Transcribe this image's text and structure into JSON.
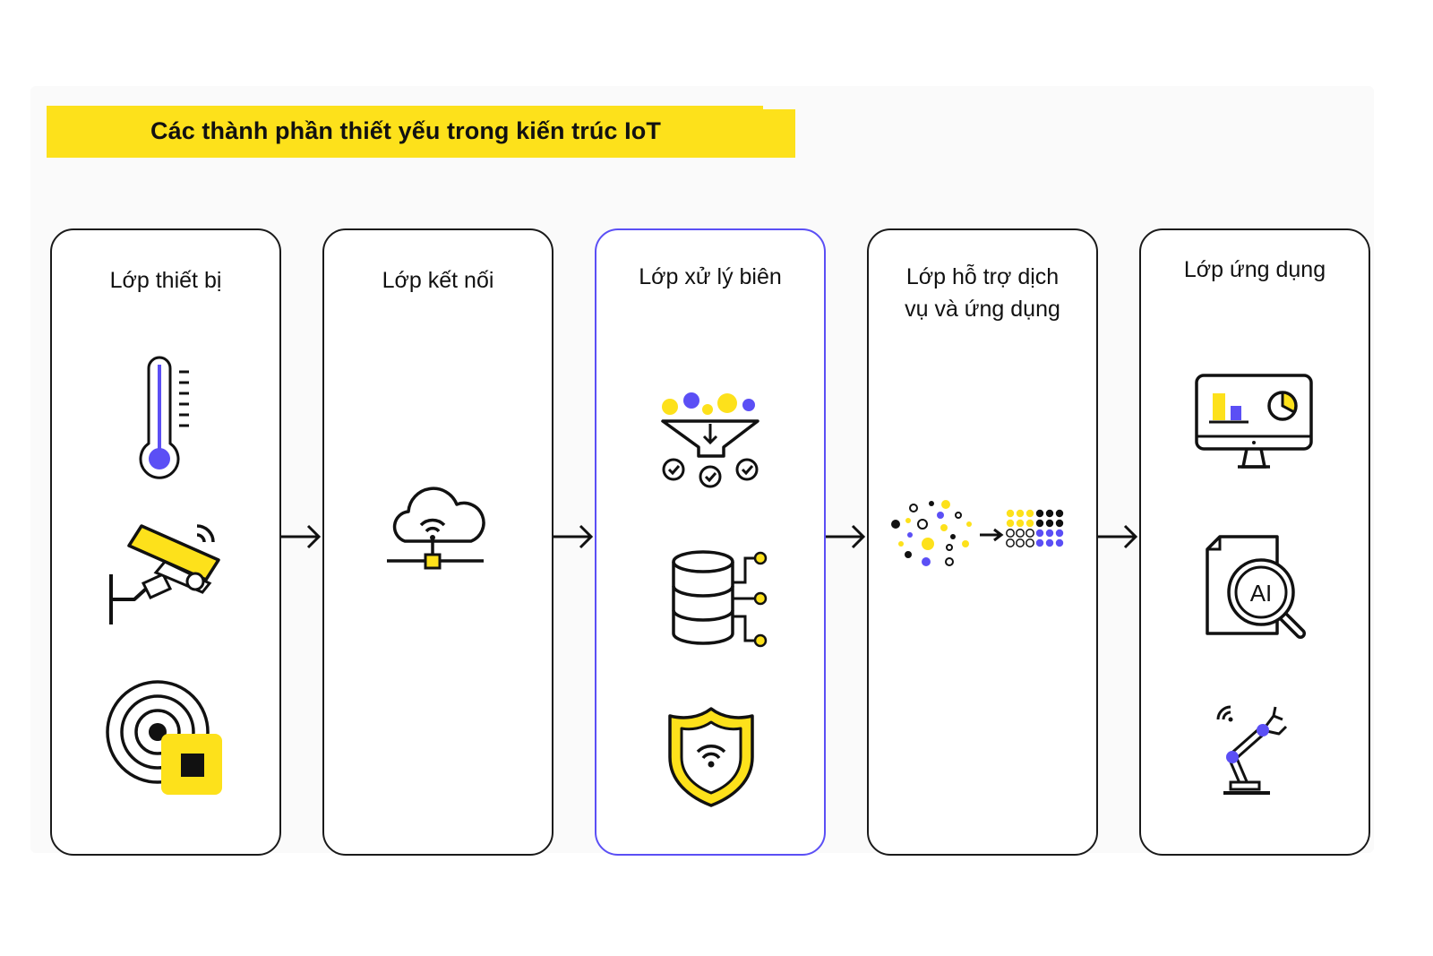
{
  "title": "Các thành phần thiết yếu trong kiến trúc IoT",
  "colors": {
    "accent_yellow": "#fde11b",
    "accent_purple": "#5b4ff5",
    "ink": "#111111"
  },
  "layers": [
    {
      "title": "Lớp thiết bị",
      "highlighted": false,
      "icons": [
        "thermometer-icon",
        "security-camera-icon",
        "sensor-chip-icon"
      ]
    },
    {
      "title": "Lớp kết nối",
      "highlighted": false,
      "icons": [
        "cloud-network-icon"
      ]
    },
    {
      "title": "Lớp xử lý biên",
      "highlighted": true,
      "icons": [
        "data-filter-icon",
        "database-icon",
        "security-shield-icon"
      ]
    },
    {
      "title": "Lớp hỗ trợ dịch\nvụ và ứng dụng",
      "highlighted": false,
      "icons": [
        "data-structuring-icon"
      ]
    },
    {
      "title": "Lớp ứng dụng",
      "highlighted": false,
      "icons": [
        "analytics-monitor-icon",
        "ai-document-icon",
        "robot-arm-icon"
      ]
    }
  ],
  "connectors": [
    "arrow-right-icon",
    "arrow-right-icon",
    "arrow-right-icon",
    "arrow-right-icon"
  ],
  "icon_labels": {
    "ai_document": "AI"
  }
}
